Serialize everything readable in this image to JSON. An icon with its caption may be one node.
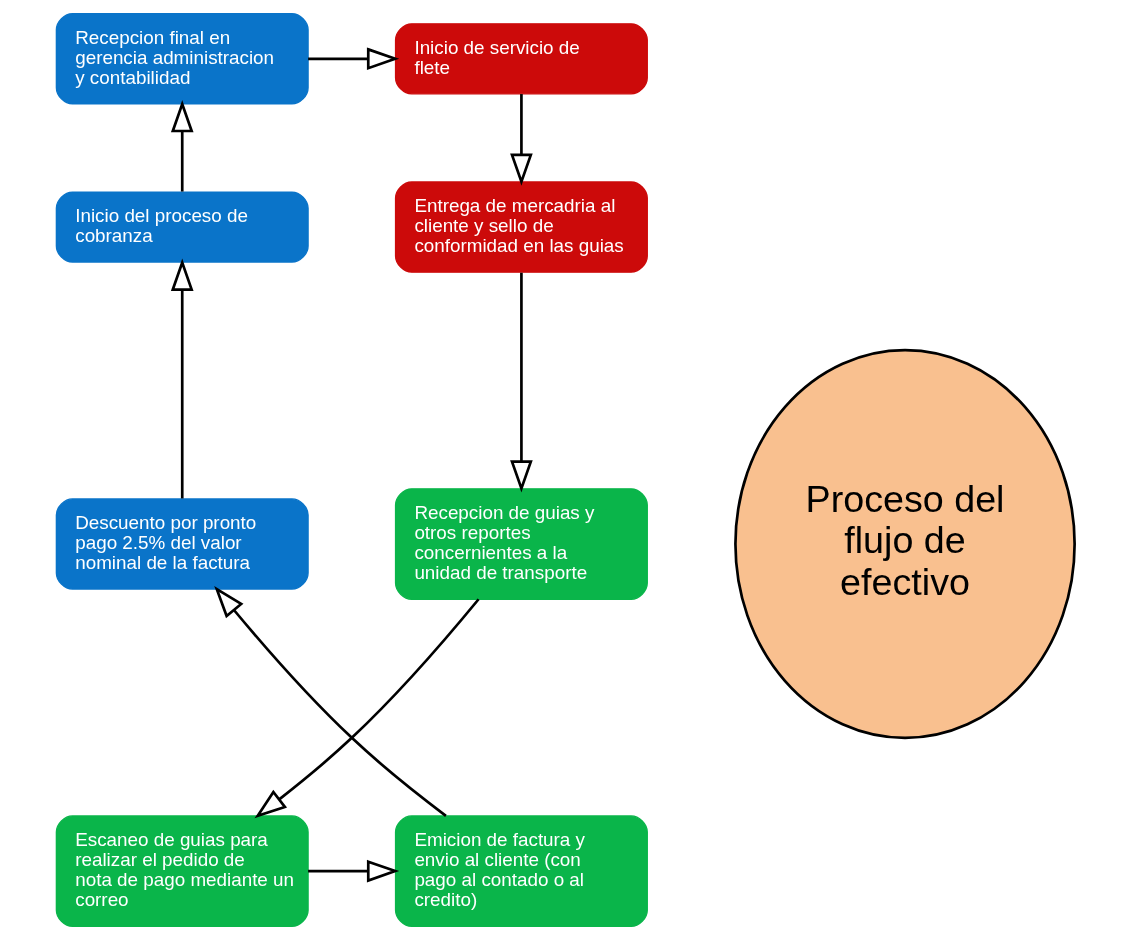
{
  "diagram": {
    "nodes": [
      {
        "text": [
          "Recepcion final en gerencia administracion y contabilidad"
        ]
      },
      {
        "text": [
          "Inicio de servicio de flete"
        ]
      },
      {
        "text": [
          "Entrega de mercadria al cliente y sello de conformidad en las guias"
        ]
      },
      {
        "text": [
          "Recepcion de guias y otros reportes concernientes a la unidad de transporte"
        ]
      },
      {
        "text": [
          "Escaneo de guias para realizar el pedido de nota de pago mediante un correo"
        ]
      },
      {
        "text": [
          "Emicion de factura y envio al cliente (con pago al contado o al credito)"
        ]
      },
      {
        "text": [
          "Descuento por pronto pago 2.5% del valor nominal de la factura"
        ]
      },
      {
        "text": [
          "Inicio del proceso de cobranza"
        ]
      },
      {
        "text": [
          "Proceso del flujo de efectivo"
        ]
      }
    ],
    "edges": [
      {
        "from": 0,
        "to": 1,
        "arrow": "to"
      },
      {
        "from": 1,
        "to": 2,
        "arrow": "to"
      },
      {
        "from": 2,
        "to": 3,
        "arrow": "to"
      },
      {
        "from": 3,
        "to": 4,
        "arrow": "to"
      },
      {
        "from": 4,
        "to": 5,
        "arrow": "to"
      },
      {
        "from": 5,
        "to": 6,
        "arrow": "to"
      },
      {
        "from": 6,
        "to": 7,
        "arrow": "to"
      },
      {
        "from": 7,
        "to": 0,
        "arrow": "to"
      }
    ]
  }
}
